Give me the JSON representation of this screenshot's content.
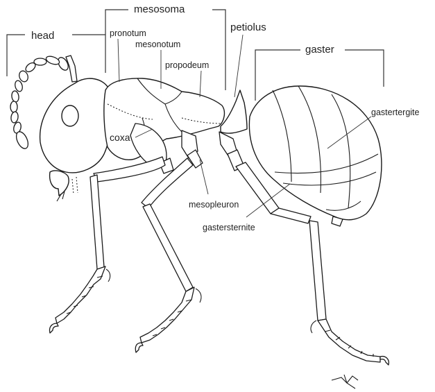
{
  "labels": {
    "head": "head",
    "mesosoma": "mesosoma",
    "petiolus": "petiolus",
    "gaster": "gaster",
    "pronotum": "pronotum",
    "mesonotum": "mesonotum",
    "propodeum": "propodeum",
    "coxa": "coxa",
    "mesopleuron": "mesopleuron",
    "gastertergite": "gastertergite",
    "gastersternite": "gastersternite"
  },
  "colors": {
    "line": "#1a1a1a",
    "background": "#ffffff"
  }
}
